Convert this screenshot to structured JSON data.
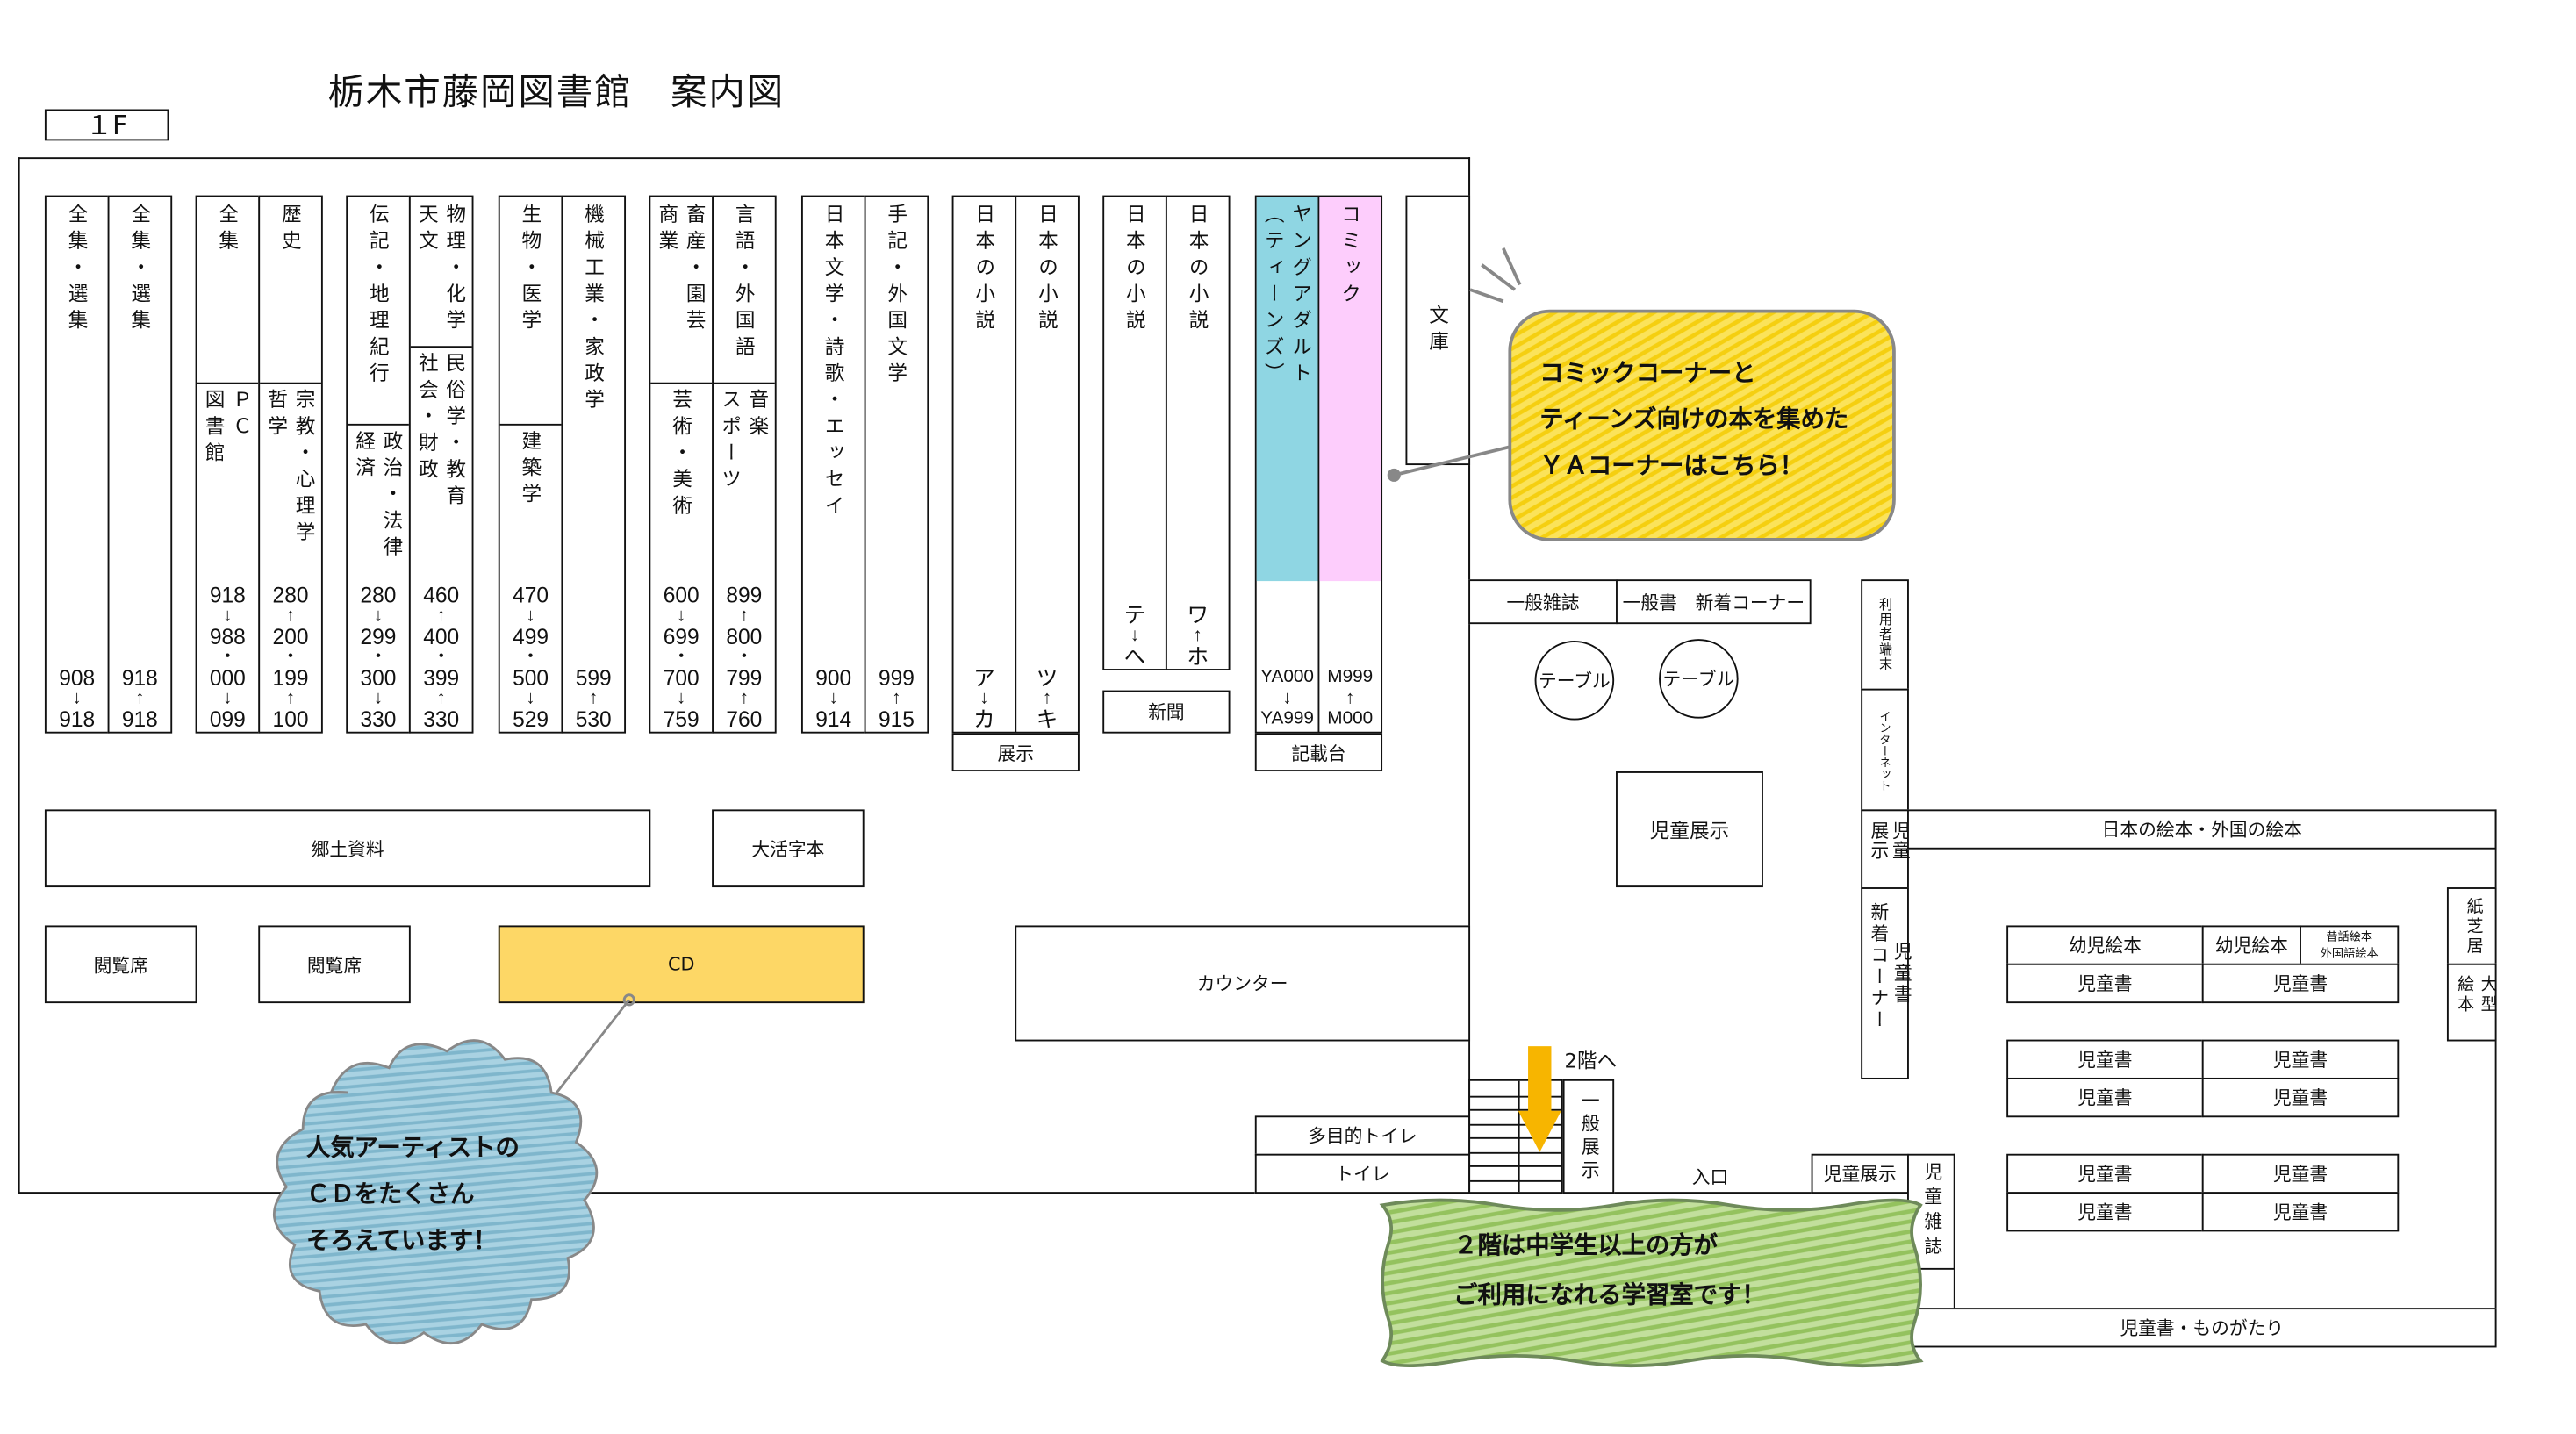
{
  "header": {
    "title": "栃木市藤岡図書館　案内図",
    "floor": "１F"
  },
  "shelves": [
    {
      "group": 1,
      "cols": [
        {
          "label": "全集・選集",
          "range": [
            "908",
            "↓",
            "918"
          ]
        },
        {
          "label": "全集・選集",
          "range": [
            "918",
            "↑",
            "918"
          ]
        }
      ]
    },
    {
      "group": 2,
      "cols": [
        {
          "label": "全集",
          "sub": [
            "ＰＣ",
            "図書館"
          ],
          "range": [
            "918",
            "↓",
            "988",
            "・",
            "000",
            "↓",
            "099"
          ]
        },
        {
          "label": "歴史",
          "sub": [
            "宗教・心理学",
            "哲学"
          ],
          "range": [
            "280",
            "↑",
            "200",
            "・",
            "199",
            "↑",
            "100"
          ]
        }
      ]
    },
    {
      "group": 3,
      "cols": [
        {
          "label": "伝記・地理紀行",
          "sub": [
            "政治・法律",
            "経済"
          ],
          "range": [
            "280",
            "↓",
            "299",
            "・",
            "300",
            "↓",
            "330"
          ]
        },
        {
          "label_pair": [
            "物理・化学",
            "天文"
          ],
          "sub": [
            "民俗学・教育",
            "社会・財政"
          ],
          "range": [
            "460",
            "↑",
            "400",
            "・",
            "399",
            "↑",
            "330"
          ]
        }
      ]
    },
    {
      "group": 4,
      "cols": [
        {
          "label": "生物・医学",
          "sub": [
            "建築学"
          ],
          "range": [
            "470",
            "↓",
            "499",
            "・",
            "500",
            "↓",
            "529"
          ]
        },
        {
          "label": "機械工業・家政学",
          "range": [
            "599",
            "↑",
            "530"
          ]
        }
      ]
    },
    {
      "group": 5,
      "cols": [
        {
          "label_pair": [
            "畜産・園芸",
            "商業"
          ],
          "sub": [
            "芸術・美術"
          ],
          "range": [
            "600",
            "↓",
            "699",
            "・",
            "700",
            "↓",
            "759"
          ]
        },
        {
          "label": "言語・外国語",
          "sub_pair": [
            "音楽",
            "スポーツ"
          ],
          "range": [
            "899",
            "↑",
            "800",
            "・",
            "799",
            "↑",
            "760"
          ]
        }
      ]
    },
    {
      "group": 6,
      "cols": [
        {
          "label": "日本文学・詩歌・エッセイ",
          "range": [
            "900",
            "↓",
            "914"
          ]
        },
        {
          "label": "手記・外国文学",
          "range": [
            "999",
            "↑",
            "915"
          ]
        }
      ]
    },
    {
      "group": 7,
      "cols": [
        {
          "label": "日本の小説",
          "range": [
            "ア",
            "↓",
            "カ"
          ]
        },
        {
          "label": "日本の小説",
          "range": [
            "ツ",
            "↑",
            "キ"
          ]
        }
      ],
      "footer": "展示"
    },
    {
      "group": 8,
      "cols": [
        {
          "label": "日本の小説",
          "range": [
            "テ",
            "↓",
            "へ"
          ]
        },
        {
          "label": "日本の小説",
          "range": [
            "ワ",
            "↑",
            "ホ"
          ]
        }
      ],
      "footer": "新聞"
    },
    {
      "group": 9,
      "cols": [
        {
          "label_pair": [
            "ヤングアダルト",
            "（ティーンズ）"
          ],
          "range": [
            "YA000",
            "↓",
            "YA999"
          ],
          "color": "#8fd6e3"
        },
        {
          "label": "コミック",
          "range": [
            "M999",
            "↑",
            "M000"
          ],
          "color": "#fdcdfc"
        }
      ],
      "footer": "記載台"
    }
  ],
  "areas": {
    "bunko": "文庫",
    "general_magazines": "一般雑誌",
    "new_arrivals": "一般書　新着コーナー",
    "table": "テーブル",
    "user_terminal": "利用者端末",
    "internet": "インターネット",
    "kids_display_v": [
      "児童",
      "展示"
    ],
    "kids_new_v": [
      "新着コーナー",
      "児童書"
    ],
    "local_materials": "郷土資料",
    "large_print": "大活字本",
    "reading_seat": "閲覧席",
    "cd": "CD",
    "counter": "カウンター",
    "kids_display": "児童展示",
    "picture_books": "日本の絵本・外国の絵本",
    "toddler_books": "幼児絵本",
    "folk_foreign_books": [
      "昔話絵本",
      "外国語絵本"
    ],
    "kids_books": "児童書",
    "kamishibai": "紙芝居",
    "large_picture": [
      "大型",
      "絵本"
    ],
    "stairs_label": "2階へ",
    "general_display": "一般展示",
    "multi_toilet": "多目的トイレ",
    "toilet": "トイレ",
    "entrance": "入口",
    "kids_display_bottom": "児童展示",
    "kids_magazines": "児童雑誌",
    "kids_stories": "児童書・ものがたり"
  },
  "callouts": {
    "ya": [
      "コミックコーナーと",
      "ティーンズ向けの本を集めた",
      "ＹＡコーナーはこちら！"
    ],
    "cd": [
      "人気アーティストの",
      "ＣＤをたくさん",
      "そろえています！"
    ],
    "study": [
      "２階は中学生以上の方が",
      "ご利用になれる学習室です！"
    ]
  },
  "colors": {
    "ya": "#8fd6e3",
    "comic": "#fdcdfc",
    "cd": "#fdd766",
    "stairs_arrow": "#f7b500",
    "callout_yellow": "#f9dc2a",
    "callout_blue": "#86bcd1",
    "callout_green": "#9fc96a"
  }
}
